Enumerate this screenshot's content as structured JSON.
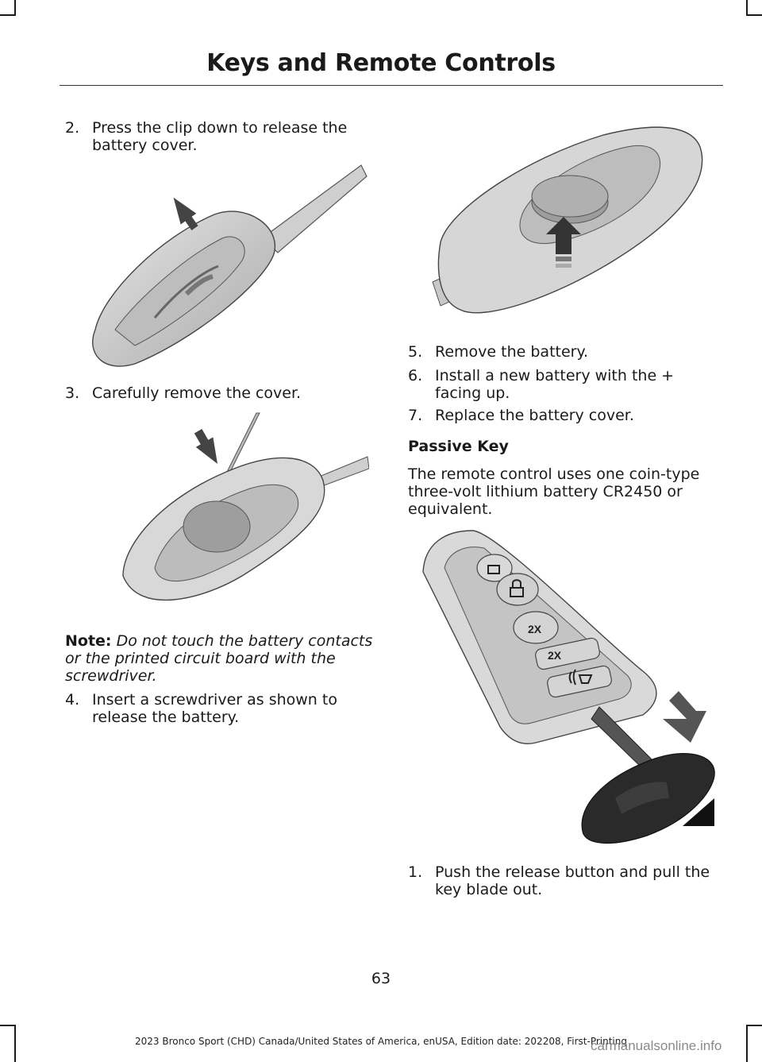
{
  "header": {
    "title": "Keys and Remote Controls"
  },
  "steps": {
    "s2": {
      "num": "2.",
      "text": "Press the clip down to release the battery cover."
    },
    "s3": {
      "num": "3.",
      "text": "Carefully remove the cover."
    },
    "s4": {
      "num": "4.",
      "text": "Insert a screwdriver as shown to release the battery."
    },
    "s5": {
      "num": "5.",
      "text": "Remove the battery."
    },
    "s6": {
      "num": "6.",
      "text": "Install a new battery with the + facing up."
    },
    "s7": {
      "num": "7.",
      "text": "Replace the battery cover."
    },
    "p1": {
      "num": "1.",
      "text": "Push the release button and pull the key blade out."
    }
  },
  "note": {
    "label": "Note:",
    "text": "Do not touch the battery contacts or the printed circuit board with the screwdriver."
  },
  "passive_key": {
    "heading": "Passive Key",
    "body": "The remote control uses one coin-type three-volt lithium battery CR2450 or equivalent."
  },
  "remote_buttons": {
    "lock_2x": "2X",
    "liftgate_2x": "2X"
  },
  "page_number": "63",
  "footer": "2023 Bronco Sport (CHD) Canada/United States of America, enUSA, Edition date: 202208, First-Printing",
  "watermark": "carmanualsonline.info"
}
